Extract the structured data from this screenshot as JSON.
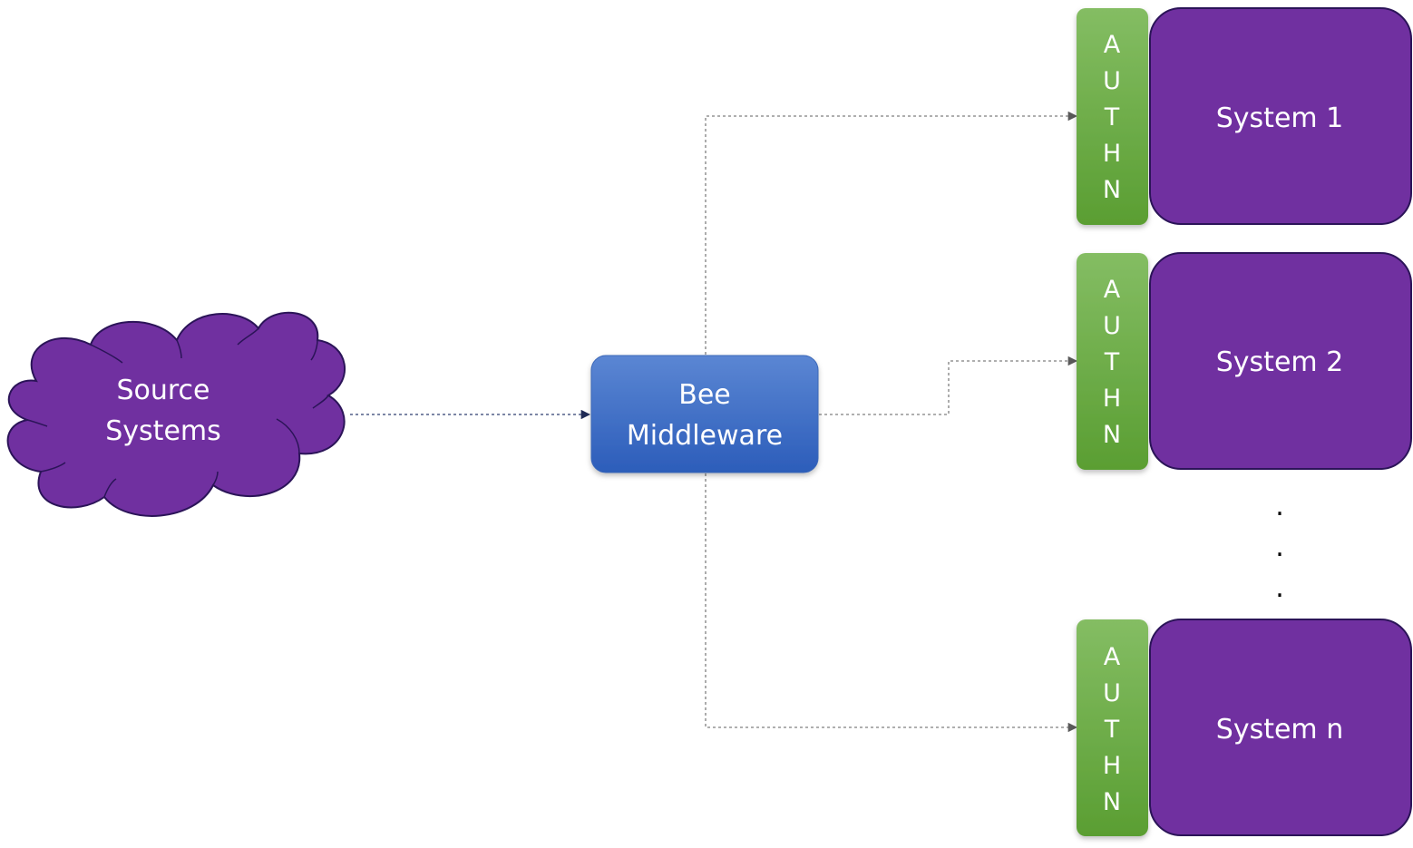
{
  "source": {
    "line1": "Source",
    "line2": "Systems"
  },
  "middleware": {
    "line1": "Bee",
    "line2": "Middleware"
  },
  "auth_letters": [
    "A",
    "U",
    "T",
    "H",
    "N"
  ],
  "systems": [
    {
      "label": "System 1"
    },
    {
      "label": "System 2"
    },
    {
      "label": "System n"
    }
  ],
  "ellipsis": [
    ".",
    ".",
    "."
  ],
  "colors": {
    "purple": "#7030A0",
    "purple_border": "#2b1458",
    "green_top": "#82bc61",
    "green_bottom": "#5a9e33",
    "blue_top": "#5b87d4",
    "blue_bottom": "#2d5fbb"
  }
}
